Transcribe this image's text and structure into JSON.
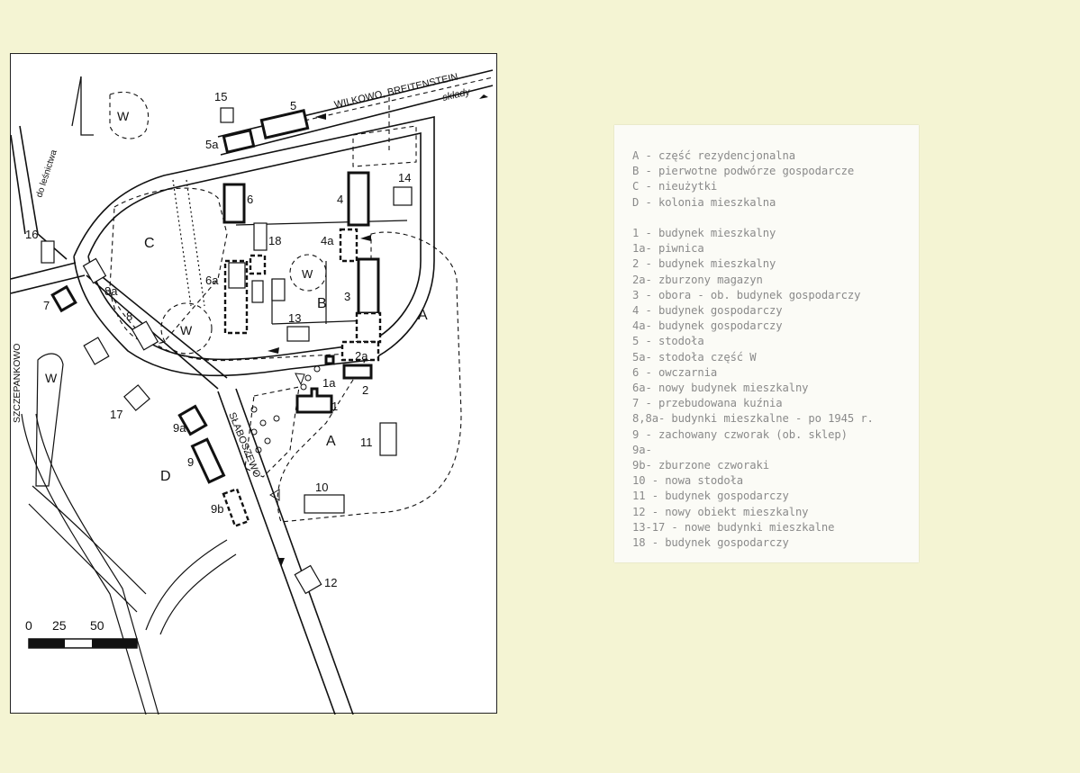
{
  "map": {
    "road_labels": {
      "wilkowo": "WILKOWO, BREITENSTEIN",
      "sklady": "składy",
      "lesnictwo": "do leśnictwa",
      "szczepankowo": "SZCZEPANKOWO",
      "slaboszewo": "SŁABOSZEWO"
    },
    "area_labels": {
      "A1": "A",
      "A2": "A",
      "B": "B",
      "C": "C",
      "D": "D"
    },
    "well_labels": [
      "W",
      "W",
      "W",
      "W"
    ],
    "building_numbers": {
      "b15": "15",
      "b5": "5",
      "b5a": "5a",
      "b14": "14",
      "b6": "6",
      "b4": "4",
      "b18": "18",
      "b4a": "4a",
      "b16": "16",
      "b6a": "6a",
      "b3": "3",
      "b7": "7",
      "b8a": "8a",
      "b8": "8",
      "b13": "13",
      "b2a": "2a",
      "b1a": "1a",
      "b2": "2",
      "b1": "1",
      "b11": "11",
      "b17": "17",
      "b9a": "9a",
      "b9": "9",
      "b10": "10",
      "b9b": "9b",
      "b12": "12"
    },
    "scale": {
      "t0": "0",
      "t25": "25",
      "t50": "50"
    }
  },
  "legend": {
    "items": [
      "A - część rezydencjonalna",
      "B - pierwotne podwórze gospodarcze",
      "C - nieużytki",
      "D - kolonia mieszkalna",
      "",
      "1 - budynek mieszkalny",
      "1a- piwnica",
      "2 - budynek mieszkalny",
      "2a- zburzony magazyn",
      "3 - obora - ob. budynek gospodarczy",
      "4 - budynek gospodarczy",
      "4a- budynek gospodarczy",
      "5 - stodoła",
      "5a- stodoła część W",
      "6 - owczarnia",
      "6a- nowy budynek mieszkalny",
      "7 - przebudowana kuźnia",
      "8,8a- budynki mieszkalne - po 1945 r.",
      "9 - zachowany czworak (ob. sklep)",
      "9a-",
      "9b- zburzone czworaki",
      "10 - nowa stodoła",
      "11 - budynek gospodarczy",
      "12 - nowy obiekt mieszkalny",
      "13-17 - nowe budynki mieszkalne",
      "18 - budynek gospodarczy"
    ]
  }
}
